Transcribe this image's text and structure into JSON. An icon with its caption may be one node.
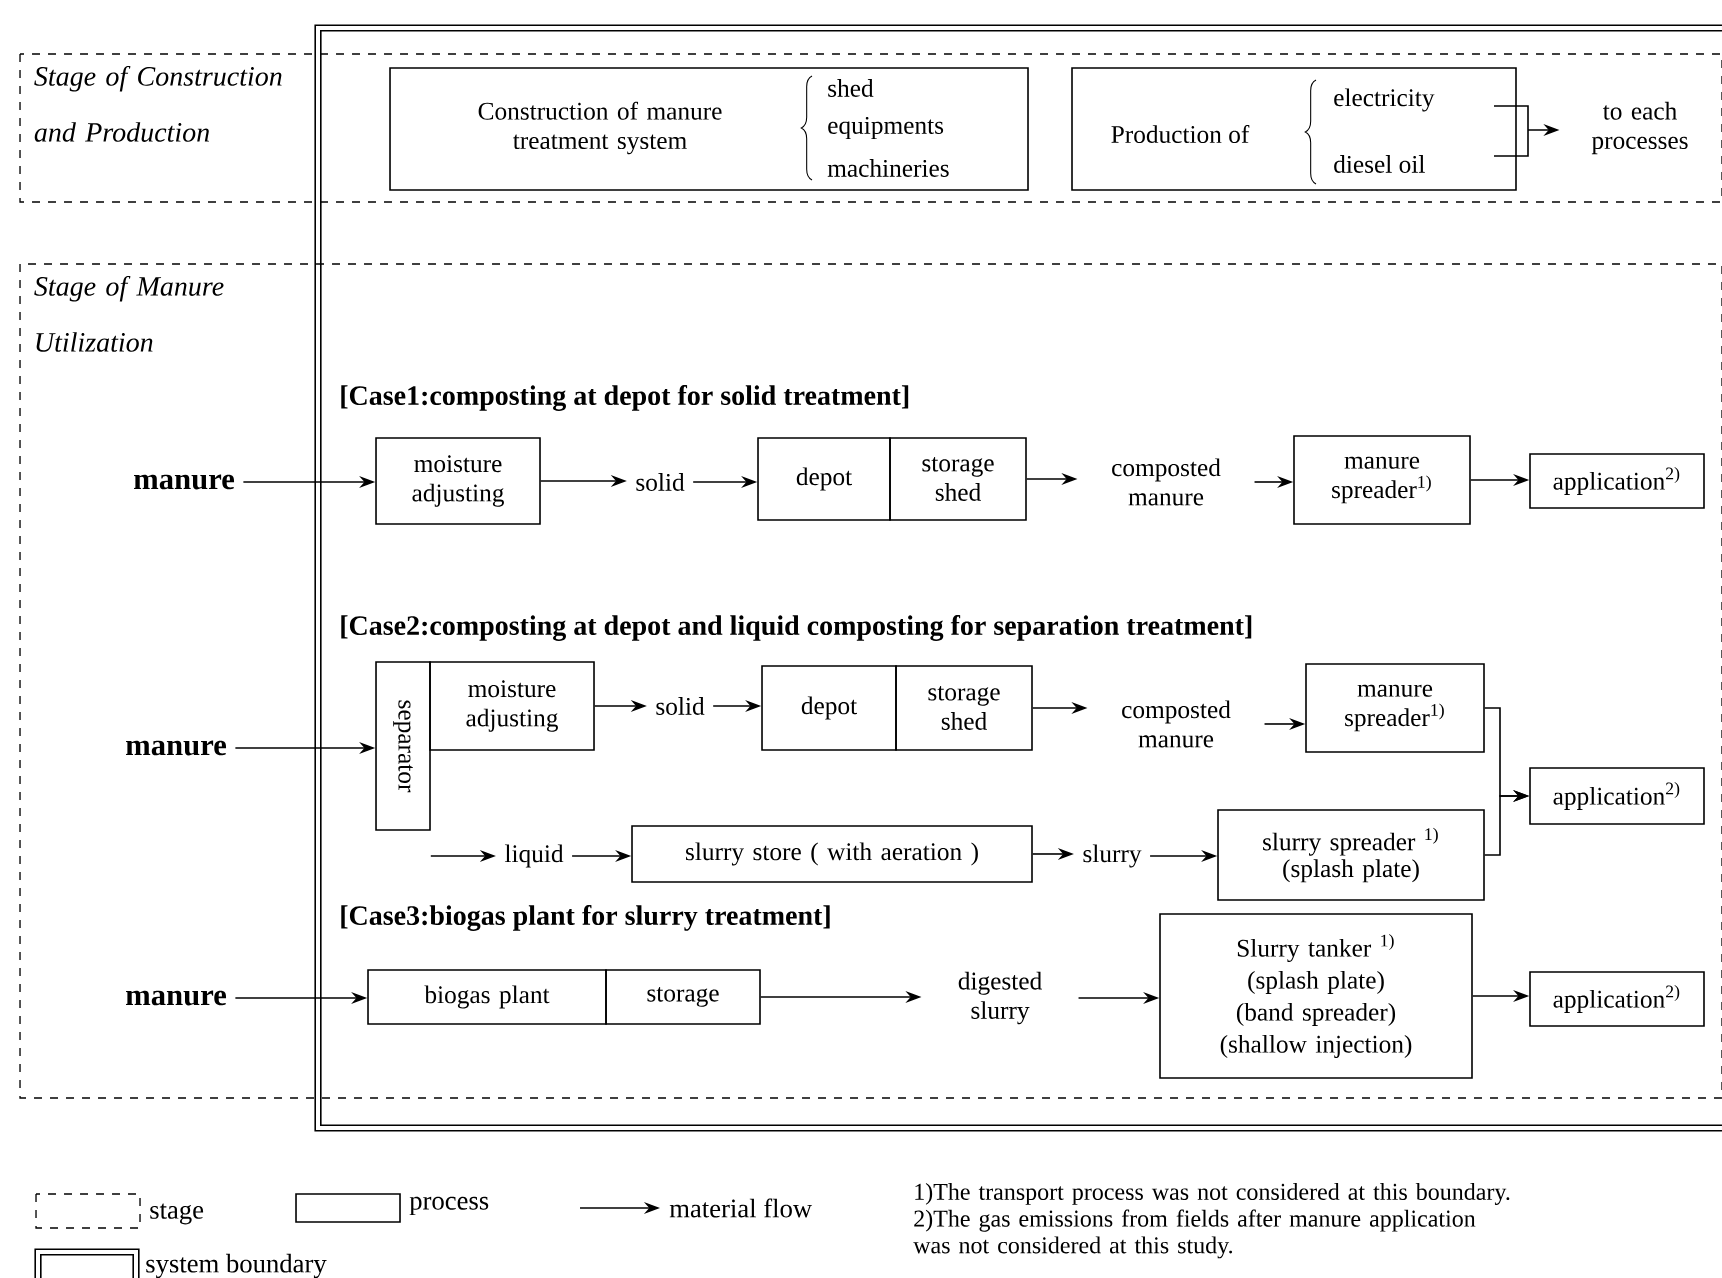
{
  "diagram": {
    "nodes": [
      {
        "text": [
          "Stage of Construction and Production"
        ]
      },
      {
        "text": [
          "Stage of Manure Utilization"
        ]
      },
      {
        "text": [
          "Construction of manure treatment system",
          "shed",
          "equipments",
          "machineries"
        ],
        "in": 0
      },
      {
        "text": [
          "Production of",
          "electricity",
          "diesel oil"
        ],
        "in": 0
      },
      {
        "text": [
          "to each processes"
        ],
        "in": 0
      },
      {
        "text": [
          "manure"
        ],
        "in": 1
      },
      {
        "text": [
          "moisture adjusting"
        ],
        "in": 1
      },
      {
        "text": [
          "solid"
        ],
        "in": 1
      },
      {
        "text": [
          "depot"
        ],
        "in": 1
      },
      {
        "text": [
          "storage shed"
        ],
        "in": 1
      },
      {
        "text": [
          "composted manure"
        ],
        "in": 1
      },
      {
        "text": [
          "manure spreader$^{1)}$"
        ],
        "in": 1
      },
      {
        "text": [
          "application$^{2)}$"
        ],
        "in": 1
      },
      {
        "text": [
          "manure"
        ],
        "in": 1
      },
      {
        "text": [
          "separator"
        ],
        "in": 1
      },
      {
        "text": [
          "moisture adjusting"
        ],
        "in": 1
      },
      {
        "text": [
          "solid"
        ],
        "in": 1
      },
      {
        "text": [
          "depot"
        ],
        "in": 1
      },
      {
        "text": [
          "storage shed"
        ],
        "in": 1
      },
      {
        "text": [
          "composted manure"
        ],
        "in": 1
      },
      {
        "text": [
          "manure spreader$^{1)}$"
        ],
        "in": 1
      },
      {
        "text": [
          "liquid"
        ],
        "in": 1
      },
      {
        "text": [
          "slurry store ( with aeration )"
        ],
        "in": 1
      },
      {
        "text": [
          "slurry"
        ],
        "in": 1
      },
      {
        "text": [
          "slurry spreader $^{1)}$",
          "(splash plate)"
        ],
        "in": 1
      },
      {
        "text": [
          "application$^{2)}$"
        ],
        "in": 1
      },
      {
        "text": [
          "manure"
        ],
        "in": 1
      },
      {
        "text": [
          "biogas plant"
        ],
        "in": 1
      },
      {
        "text": [
          "storage"
        ],
        "in": 1
      },
      {
        "text": [
          "digested slurry"
        ],
        "in": 1
      },
      {
        "text": [
          "Slurry tanker $^{1)}$",
          "(splash plate)",
          "(band spreader)",
          "(shallow injection)"
        ],
        "in": 1
      },
      {
        "text": [
          "application$^{2)}$"
        ],
        "in": 1
      }
    ],
    "edges": [
      {
        "from": 3,
        "to": 4,
        "arrow": "to"
      },
      {
        "from": 5,
        "to": 6,
        "arrow": "to"
      },
      {
        "from": 6,
        "to": 7,
        "arrow": "to"
      },
      {
        "from": 7,
        "to": 8,
        "arrow": "to"
      },
      {
        "from": 9,
        "to": 10,
        "arrow": "to"
      },
      {
        "from": 10,
        "to": 11,
        "arrow": "to"
      },
      {
        "from": 11,
        "to": 12,
        "arrow": "to"
      },
      {
        "from": 13,
        "to": 14,
        "arrow": "to"
      },
      {
        "from": 15,
        "to": 16,
        "arrow": "to"
      },
      {
        "from": 16,
        "to": 17,
        "arrow": "to"
      },
      {
        "from": 18,
        "to": 19,
        "arrow": "to"
      },
      {
        "from": 19,
        "to": 20,
        "arrow": "to"
      },
      {
        "from": 14,
        "to": 21,
        "arrow": "to"
      },
      {
        "from": 21,
        "to": 22,
        "arrow": "to"
      },
      {
        "from": 22,
        "to": 23,
        "arrow": "to"
      },
      {
        "from": 23,
        "to": 24,
        "arrow": "to"
      },
      {
        "from": 20,
        "to": 25,
        "arrow": "to"
      },
      {
        "from": 24,
        "to": 25,
        "arrow": "to"
      },
      {
        "from": 26,
        "to": 27,
        "arrow": "to"
      },
      {
        "from": 28,
        "to": 29,
        "arrow": "to"
      },
      {
        "from": 29,
        "to": 30,
        "arrow": "to"
      },
      {
        "from": 30,
        "to": 31,
        "arrow": "to"
      }
    ],
    "labels": [
      "[Case1:composting at depot for solid treatment]",
      "[Case2:composting at depot and liquid composting for separation treatment]",
      "[Case3:biogas plant for slurry treatment]",
      "1)The transport process was not considered at this boundary.",
      "2)The gas emissions from fields after manure application was not considered at this study."
    ],
    "legend": [
      {
        "text": "stage"
      },
      {
        "text": "process"
      },
      {
        "text": "material flow"
      },
      {
        "text": "system boundary"
      }
    ]
  }
}
